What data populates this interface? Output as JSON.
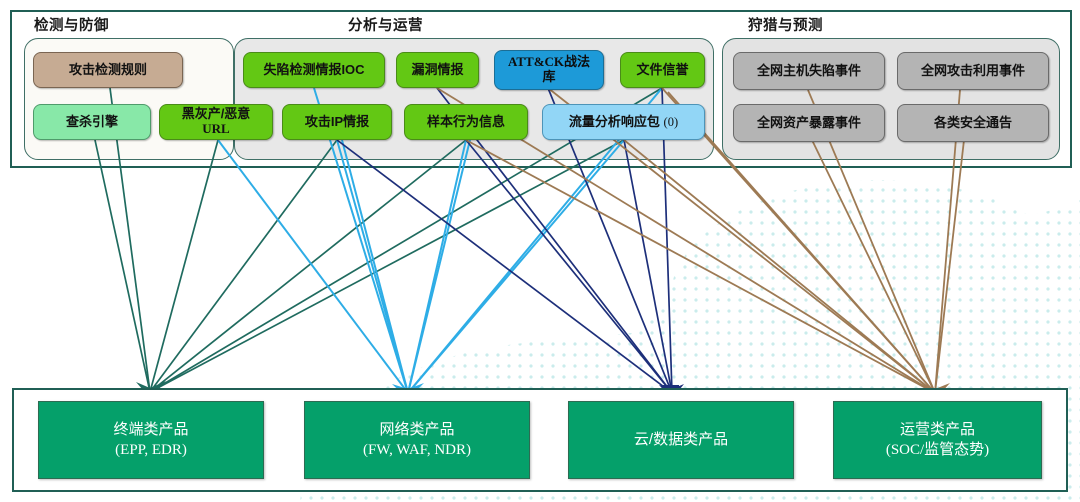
{
  "diagram": {
    "title_groups": [
      {
        "id": "detect",
        "label": "检测与防御"
      },
      {
        "id": "analyze",
        "label": "分析与运营"
      },
      {
        "id": "hunt",
        "label": "狩猎与预测"
      }
    ],
    "colors": {
      "frame_border": "#205f55",
      "node_green": "#63c814",
      "node_mint": "#88e8a8",
      "node_tan": "#c6ab93",
      "node_blue": "#1d9ad8",
      "node_skyblue": "#92d6f6",
      "node_gray": "#b4b4b4",
      "product_green": "#05a06a",
      "link_teal": "#1f6b5f",
      "link_cyan": "#2eade6",
      "link_navy": "#1d2f7a",
      "link_brown": "#9d7a54"
    }
  },
  "groups": {
    "detect": {
      "caption": "检测与防御",
      "nodes": [
        {
          "label": "攻击检测规则",
          "style": "tan"
        },
        {
          "label": "查杀引擎",
          "style": "mint"
        },
        {
          "label": "黑灰产/恶意",
          "label2": "URL",
          "style": "green"
        }
      ]
    },
    "analyze": {
      "caption": "分析与运营",
      "nodes": [
        {
          "label": "失陷检测情报IOC",
          "style": "green"
        },
        {
          "label": "漏洞情报",
          "style": "green"
        },
        {
          "label": "ATT&CK战法",
          "label2": "库",
          "style": "blue"
        },
        {
          "label": "文件信誉",
          "style": "green"
        },
        {
          "label": "攻击IP情报",
          "style": "green"
        },
        {
          "label": "样本行为信息",
          "style": "green"
        },
        {
          "label": "流量分析响应包",
          "suffix": "(0)",
          "style": "skyblue"
        }
      ]
    },
    "hunt": {
      "caption": "狩猎与预测",
      "nodes": [
        {
          "label": "全网主机失陷事件",
          "style": "gray"
        },
        {
          "label": "全网攻击利用事件",
          "style": "gray"
        },
        {
          "label": "全网资产暴露事件",
          "style": "gray"
        },
        {
          "label": "各类安全通告",
          "style": "gray"
        }
      ]
    }
  },
  "products": [
    {
      "id": "endpoint",
      "line1": "终端类产品",
      "line2": "(EPP, EDR)",
      "link_color": "#1f6b5f"
    },
    {
      "id": "network",
      "line1": "网络类产品",
      "line2": "(FW, WAF, NDR)",
      "link_color": "#2eade6"
    },
    {
      "id": "cloud",
      "line1": "云/数据类产品",
      "line2": "",
      "link_color": "#1d2f7a"
    },
    {
      "id": "soc",
      "line1": "运营类产品",
      "line2": "(SOC/监管态势)",
      "link_color": "#9d7a54"
    }
  ]
}
